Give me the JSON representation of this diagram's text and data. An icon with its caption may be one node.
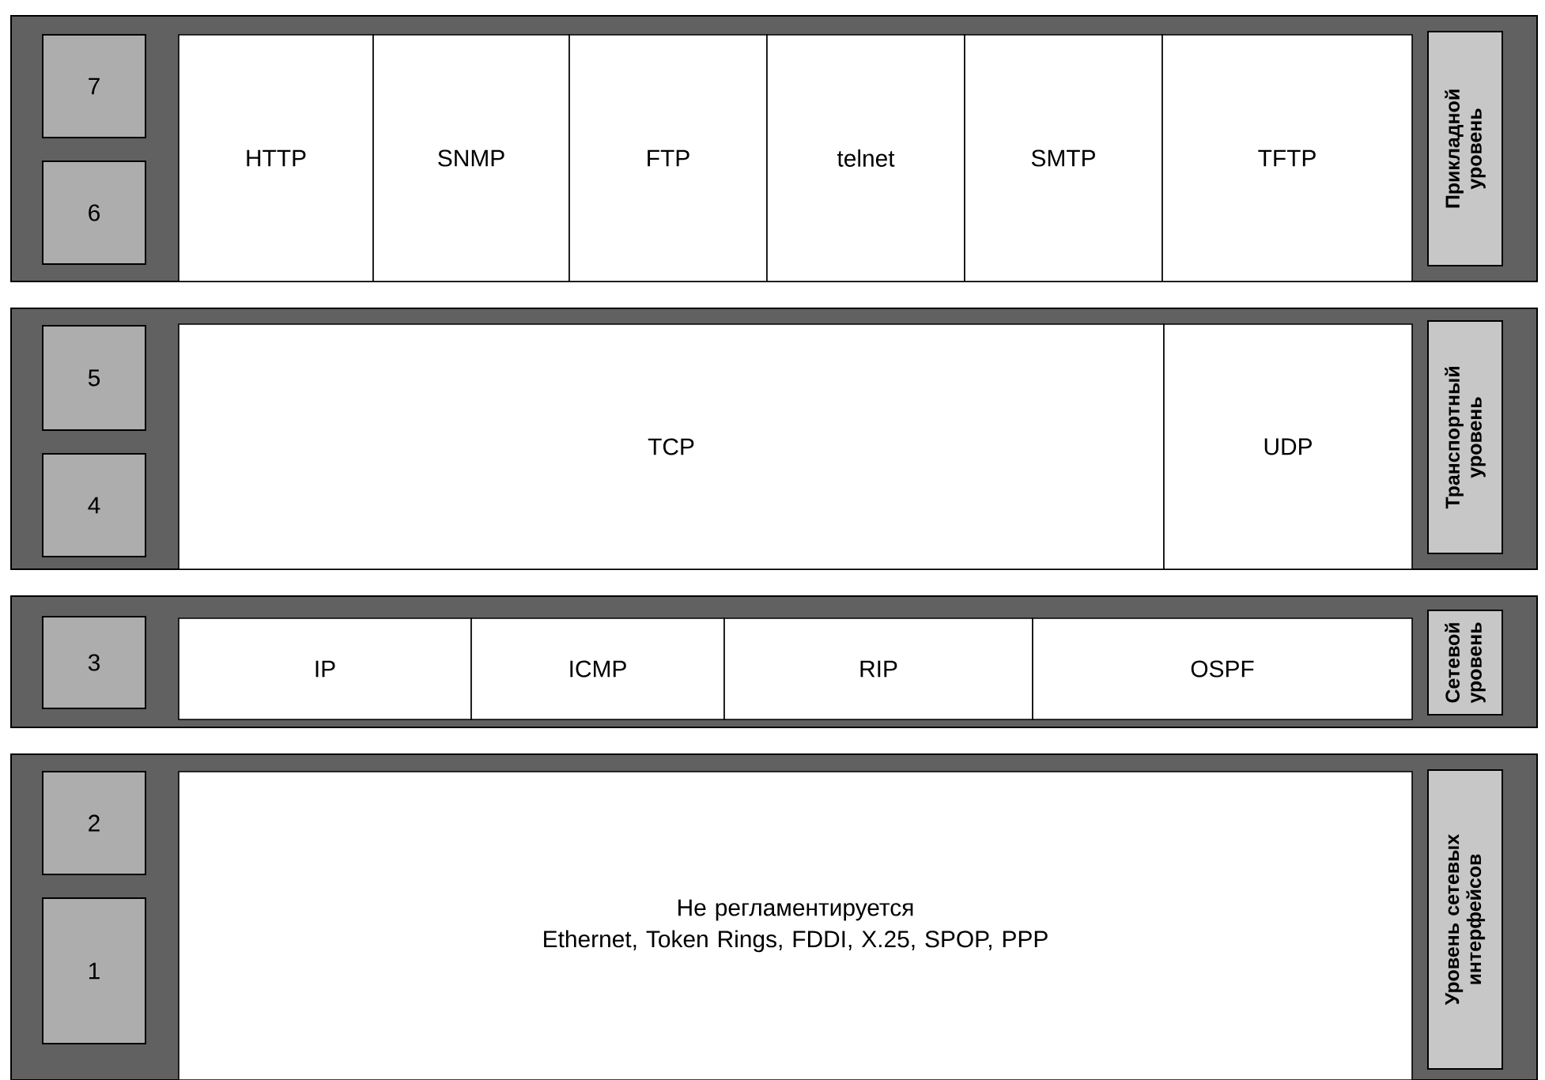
{
  "diagram": {
    "nodes": [
      {
        "text": [],
        "shape": "box"
      },
      {
        "text": [
          "7"
        ],
        "in": 0
      },
      {
        "text": [
          "6"
        ],
        "in": 0
      },
      {
        "text": [
          "HTTP"
        ],
        "in": 0
      },
      {
        "text": [
          "SNMP"
        ],
        "in": 0
      },
      {
        "text": [
          "FTP"
        ],
        "in": 0
      },
      {
        "text": [
          "telnet"
        ],
        "in": 0
      },
      {
        "text": [
          "SMTP"
        ],
        "in": 0
      },
      {
        "text": [
          "TFTP"
        ],
        "in": 0
      },
      {
        "text": [
          "Прикладной уровень"
        ],
        "in": 0
      },
      {
        "text": [],
        "shape": "box"
      },
      {
        "text": [
          "5"
        ],
        "in": 10
      },
      {
        "text": [
          "4"
        ],
        "in": 10
      },
      {
        "text": [
          "TCP"
        ],
        "in": 10
      },
      {
        "text": [
          "UDP"
        ],
        "in": 10
      },
      {
        "text": [
          "Транспортный уровень"
        ],
        "in": 10
      },
      {
        "text": [],
        "shape": "box"
      },
      {
        "text": [
          "3"
        ],
        "in": 16
      },
      {
        "text": [
          "IP"
        ],
        "in": 16
      },
      {
        "text": [
          "ICMP"
        ],
        "in": 16
      },
      {
        "text": [
          "RIP"
        ],
        "in": 16
      },
      {
        "text": [
          "OSPF"
        ],
        "in": 16
      },
      {
        "text": [
          "Сетевой уровень"
        ],
        "in": 16
      },
      {
        "text": [],
        "shape": "box"
      },
      {
        "text": [
          "2"
        ],
        "in": 23
      },
      {
        "text": [
          "1"
        ],
        "in": 23
      },
      {
        "text": [
          "Не регламентируется",
          "Ethernet, Token Rings, FDDI, X.25, SPOP, PPP"
        ],
        "in": 23
      },
      {
        "text": [
          "Уровень сетевых интерфейсов"
        ],
        "in": 23
      }
    ]
  }
}
